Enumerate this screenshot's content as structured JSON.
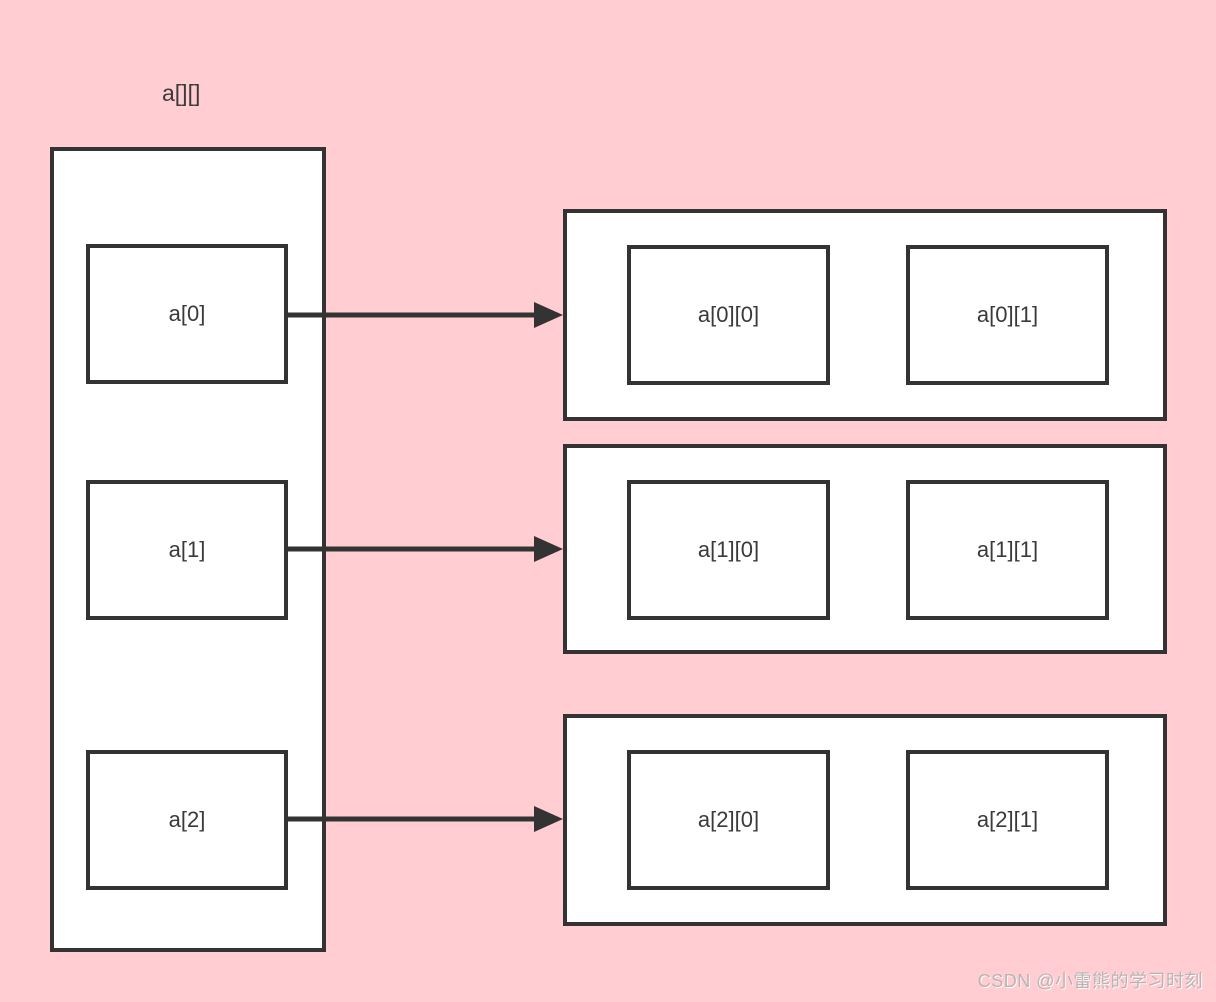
{
  "colors": {
    "background": "#FFCDD2",
    "stroke": "#333333",
    "box_fill": "#FFFFFF",
    "text": "#3A3A3A",
    "watermark": "#B9B4B4"
  },
  "diagram": {
    "title_label": "a[][]",
    "pointer_boxes": [
      {
        "label": "a[0]"
      },
      {
        "label": "a[1]"
      },
      {
        "label": "a[2]"
      }
    ],
    "rows": [
      {
        "cells": [
          {
            "label": "a[0][0]"
          },
          {
            "label": "a[0][1]"
          }
        ]
      },
      {
        "cells": [
          {
            "label": "a[1][0]"
          },
          {
            "label": "a[1][1]"
          }
        ]
      },
      {
        "cells": [
          {
            "label": "a[2][0]"
          },
          {
            "label": "a[2][1]"
          }
        ]
      }
    ]
  },
  "watermark": "CSDN @小雷熊的学习时刻"
}
